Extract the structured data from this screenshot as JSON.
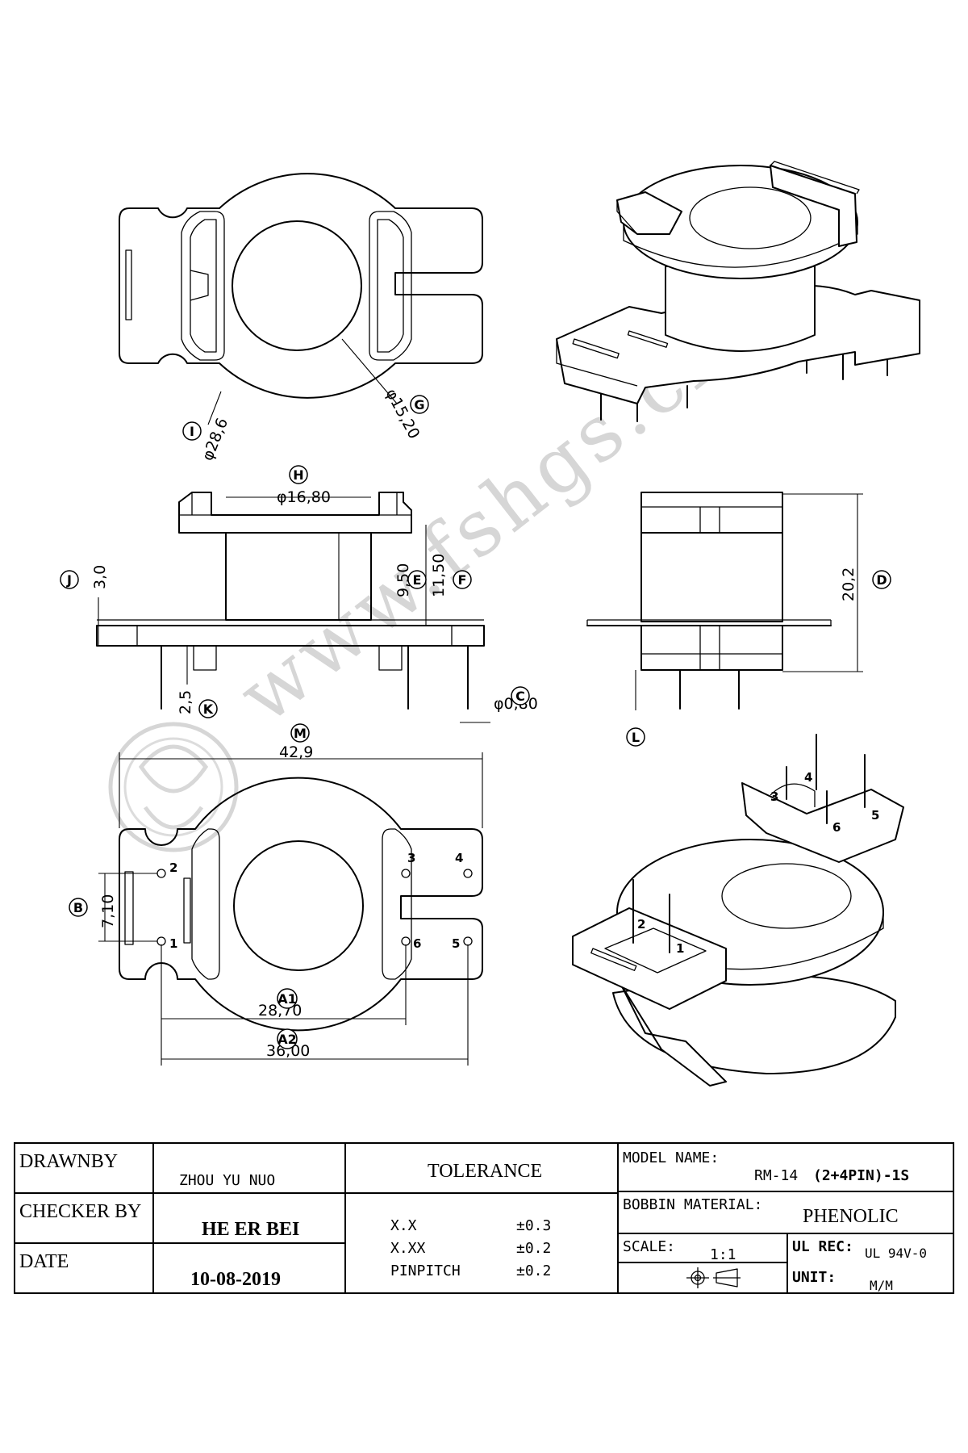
{
  "watermark": "www.fshgs.cn",
  "dimensions": {
    "I": {
      "label": "I",
      "value": "φ28,6"
    },
    "G": {
      "label": "G",
      "value": "φ15,20"
    },
    "H": {
      "label": "H",
      "value": "φ16,80"
    },
    "J": {
      "label": "J",
      "value": "3,0"
    },
    "E": {
      "label": "E",
      "value": "9,50"
    },
    "F": {
      "label": "F",
      "value": "11,50"
    },
    "D": {
      "label": "D",
      "value": "20,2"
    },
    "K": {
      "label": "K",
      "value": "2,5"
    },
    "C": {
      "label": "C",
      "value": "φ0,80"
    },
    "L": {
      "label": "L",
      "value": ""
    },
    "M": {
      "label": "M",
      "value": "42,9"
    },
    "B": {
      "label": "B",
      "value": "7,10"
    },
    "A1": {
      "label": "A1",
      "value": "28,70"
    },
    "A2": {
      "label": "A2",
      "value": "36,00"
    }
  },
  "pins": [
    "1",
    "2",
    "3",
    "4",
    "5",
    "6"
  ],
  "title_block": {
    "drawn_by_label": "DRAWNBY",
    "drawn_by": "ZHOU YU NUO",
    "checker_label": "CHECKER BY",
    "checker": "HE ER BEI",
    "date_label": "DATE",
    "date": "10-08-2019",
    "tolerance_label": "TOLERANCE",
    "tolerances": [
      {
        "name": "X.X",
        "value": "±0.3"
      },
      {
        "name": "X.XX",
        "value": "±0.2"
      },
      {
        "name": "PINPITCH",
        "value": "±0.2"
      }
    ],
    "model_label": "MODEL NAME:",
    "model_prefix": "RM-14",
    "model_suffix": "(2+4PIN)-1S",
    "material_label": "BOBBIN MATERIAL:",
    "material": "PHENOLIC",
    "scale_label": "SCALE:",
    "scale": "1:1",
    "ul_label": "UL REC:",
    "ul": "UL 94V-0",
    "unit_label": "UNIT:",
    "unit": "M/M"
  }
}
